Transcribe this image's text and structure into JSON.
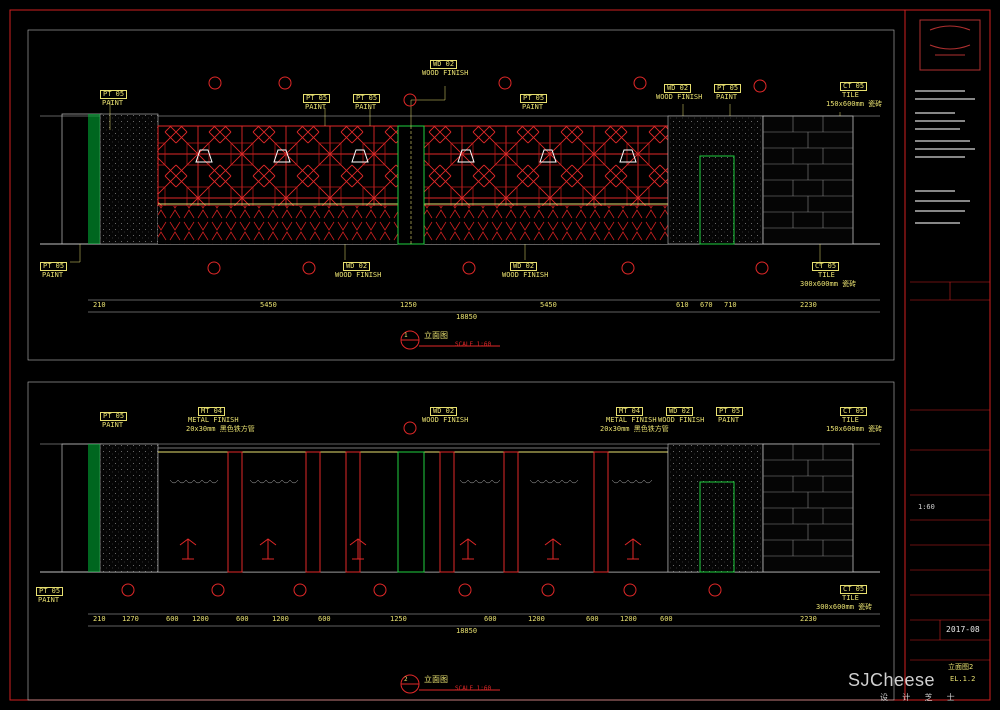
{
  "colors": {
    "background": "#000000",
    "frame": "#d02020",
    "annotation": "#e8e070",
    "pattern": "#e02828",
    "green": "#20d040",
    "dim": "#c0c0c0"
  },
  "elevation1": {
    "title": "立面图",
    "num": "1",
    "scale": "SCALE 1:60",
    "tags_top": [
      {
        "code": "PT 05",
        "en": "PAINT"
      },
      {
        "code": "PT 05",
        "en": "PAINT"
      },
      {
        "code": "PT 05",
        "en": "PAINT"
      },
      {
        "code": "WD 02",
        "en": "WOOD FINISH"
      },
      {
        "code": "PT 05",
        "en": "PAINT"
      },
      {
        "code": "WD 02",
        "en": "WOOD FINISH"
      },
      {
        "code": "PT 05",
        "en": "PAINT"
      },
      {
        "code": "CT 05",
        "en": "TILE"
      }
    ],
    "tags_bottom": [
      {
        "code": "PT 05",
        "en": "PAINT"
      },
      {
        "code": "WD 02",
        "en": "WOOD FINISH"
      },
      {
        "code": "WD 02",
        "en": "WOOD FINISH"
      },
      {
        "code": "CT 05",
        "en": "TILE"
      }
    ],
    "tile_note_top": "150x600mm 瓷砖",
    "tile_note_bottom": "300x600mm 瓷砖",
    "dims": [
      "210",
      "5450",
      "1250",
      "5450",
      "610",
      "670",
      "710",
      "2230"
    ],
    "total": "18850"
  },
  "elevation2": {
    "title": "立面图",
    "num": "2",
    "scale": "SCALE 1:60",
    "tags_top": [
      {
        "code": "PT 05",
        "en": "PAINT"
      },
      {
        "code": "MT 04",
        "en": "METAL FINISH"
      },
      {
        "code": "WD 02",
        "en": "WOOD FINISH"
      },
      {
        "code": "MT 04",
        "en": "METAL FINISH"
      },
      {
        "code": "WD 02",
        "en": "WOOD FINISH"
      },
      {
        "code": "PT 05",
        "en": "PAINT"
      },
      {
        "code": "CT 05",
        "en": "TILE"
      }
    ],
    "metal_note": "20x30mm 黑色铁方管",
    "tile_note_top": "150x600mm 瓷砖",
    "tile_note_bottom": "300x600mm 瓷砖",
    "bottom_tags": [
      {
        "code": "PT 05",
        "en": "PAINT"
      },
      {
        "code": "CT 05",
        "en": "TILE"
      }
    ],
    "dims": [
      "210",
      "1270",
      "600",
      "1200",
      "600",
      "1200",
      "600",
      "1250",
      "600",
      "1200",
      "600",
      "1200",
      "600",
      "2230"
    ],
    "total": "18850"
  },
  "title_block": {
    "date": "2017-08",
    "scale_val": "1:60",
    "drawing_title": "立面图2",
    "sheet_no": "EL.1.2"
  },
  "watermark": {
    "brand": "SJCheese",
    "sub": "设 计 芝 士"
  }
}
